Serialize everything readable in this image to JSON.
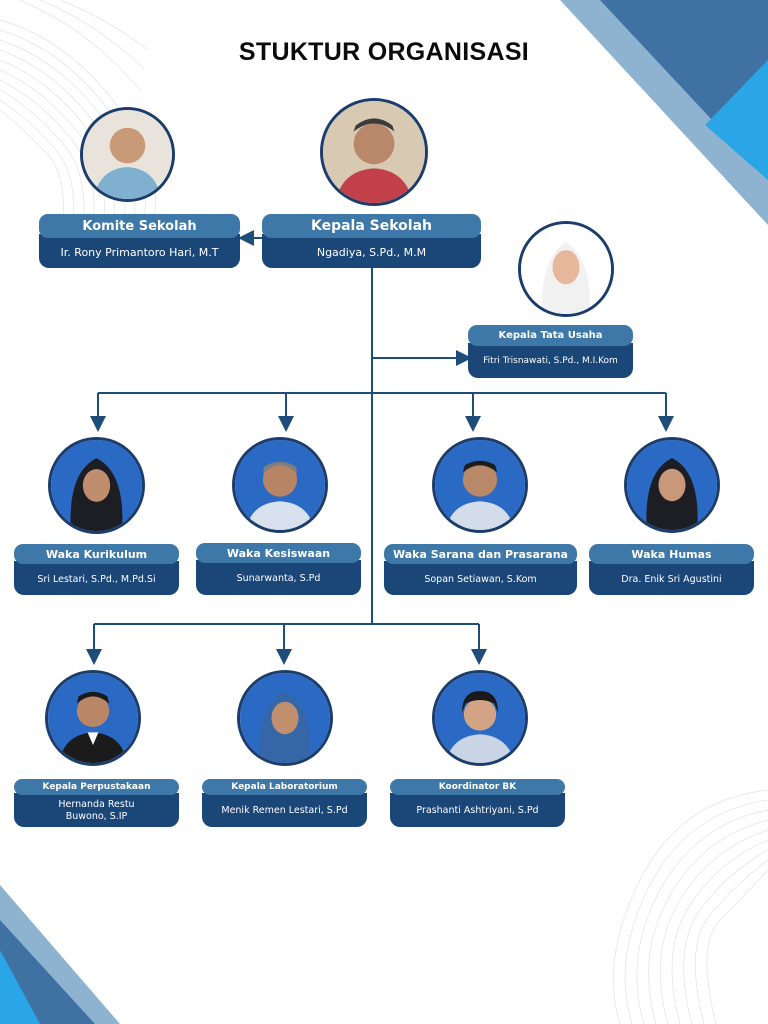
{
  "title": "STUKTUR ORGANISASI",
  "colors": {
    "label_bg": "#3d78a8",
    "name_bg": "#1a4678",
    "connector": "#1f4d7a",
    "photo_border": "#1c3d6b",
    "corner_dark": "#3f72a3",
    "corner_light": "#2aa5e6"
  },
  "members": [
    {
      "id": "komite-sekolah",
      "role": "Komite Sekolah",
      "name": "Ir. Rony Primantoro Hari, M.T"
    },
    {
      "id": "kepala-sekolah",
      "role": "Kepala Sekolah",
      "name": "Ngadiya, S.Pd., M.M"
    },
    {
      "id": "kepala-tata-usaha",
      "role": "Kepala Tata Usaha",
      "name": "Fitri Trisnawati, S.Pd., M.I.Kom"
    },
    {
      "id": "waka-kurikulum",
      "role": "Waka Kurikulum",
      "name": "Sri Lestari, S.Pd., M.Pd.Si"
    },
    {
      "id": "waka-kesiswaan",
      "role": "Waka Kesiswaan",
      "name": "Sunarwanta, S.Pd"
    },
    {
      "id": "waka-sarana",
      "role": "Waka Sarana dan Prasarana",
      "name": "Sopan Setiawan, S.Kom"
    },
    {
      "id": "waka-humas",
      "role": "Waka Humas",
      "name": "Dra. Enik Sri Agustini"
    },
    {
      "id": "kepala-perpustakaan",
      "role": "Kepala Perpustakaan",
      "name": "Hernanda Restu Buwono, S.IP"
    },
    {
      "id": "kepala-laboratorium",
      "role": "Kepala Laboratorium",
      "name": "Menik Remen Lestari, S.Pd"
    },
    {
      "id": "koordinator-bk",
      "role": "Koordinator BK",
      "name": "Prashanti Ashtriyani, S.Pd"
    }
  ]
}
